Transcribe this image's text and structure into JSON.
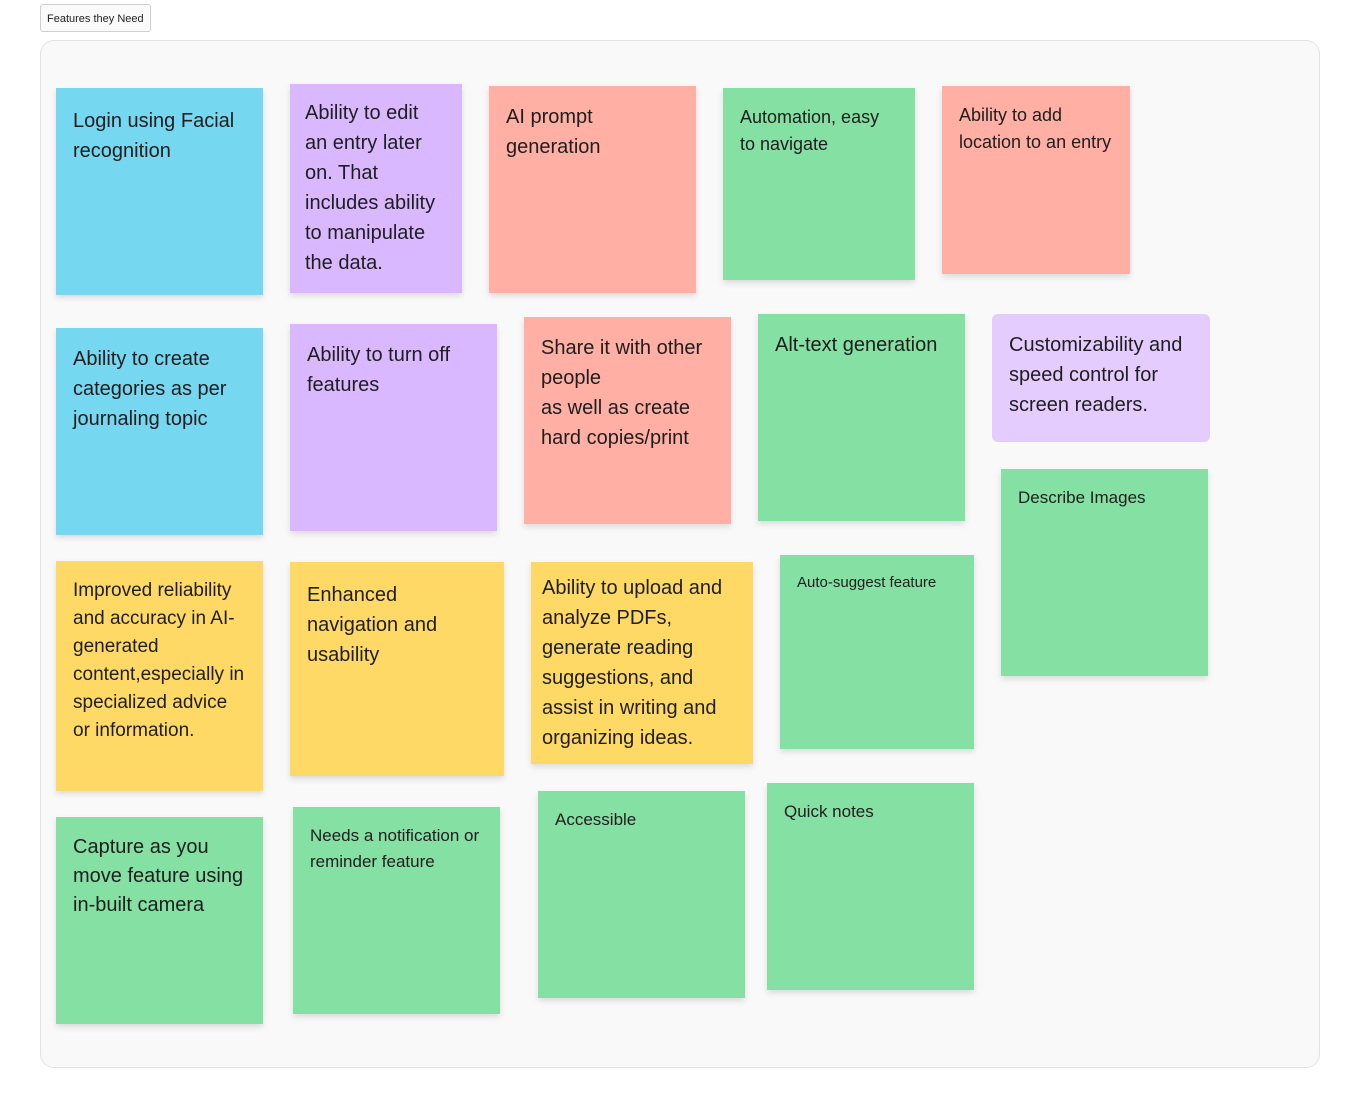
{
  "section": {
    "title": "Features they Need"
  },
  "colors": {
    "blue": "#75D7F0",
    "purple": "#D9B8FF",
    "salmon": "#FFAFA3",
    "green": "#85E0A3",
    "yellow": "#FFD966",
    "light_purple": "#E4CCFF"
  },
  "stickies": [
    {
      "text": "Login using Facial recognition",
      "color": "blue"
    },
    {
      "text": "Ability to edit an entry later on. That includes ability to manipulate the data.",
      "color": "purple"
    },
    {
      "text": "AI prompt generation",
      "color": "salmon"
    },
    {
      "text": "Automation, easy to navigate",
      "color": "green"
    },
    {
      "text": "Ability to add location to an entry",
      "color": "salmon"
    },
    {
      "text": "Ability to create categories as per journaling topic",
      "color": "blue"
    },
    {
      "text": "Ability to turn off features",
      "color": "purple"
    },
    {
      "text": "Share it with other people\nas well as create hard copies/print",
      "color": "salmon"
    },
    {
      "text": "Alt-text generation",
      "color": "green"
    },
    {
      "text": "Customizability and speed control for screen readers.",
      "color": "light_purple"
    },
    {
      "text": "Describe Images",
      "color": "green"
    },
    {
      "text": "Improved reliability and accuracy in AI-generated content,especially in specialized advice or information.",
      "color": "yellow"
    },
    {
      "text": "Enhanced navigation and usability",
      "color": "yellow"
    },
    {
      "text": "Ability to upload and analyze PDFs, generate reading suggestions, and assist in writing and organizing ideas.",
      "color": "yellow"
    },
    {
      "text": "Auto-suggest feature",
      "color": "green"
    },
    {
      "text": "Capture as you move feature using in-built camera",
      "color": "green"
    },
    {
      "text": "Needs a notification or reminder feature",
      "color": "green"
    },
    {
      "text": "Accessible",
      "color": "green"
    },
    {
      "text": "Quick notes",
      "color": "green"
    }
  ]
}
